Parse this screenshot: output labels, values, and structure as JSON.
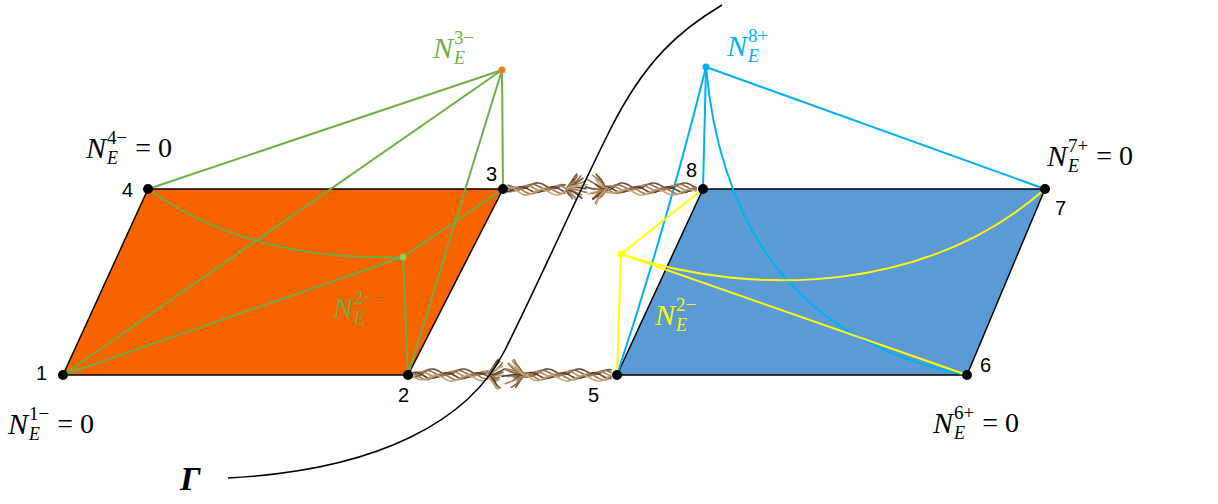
{
  "diagram": {
    "labels": [
      "N",
      "E",
      "3−",
      "N",
      "E",
      "4−",
      "= 0",
      "4",
      "3",
      "N",
      "E",
      "2−",
      "1",
      "2",
      "N",
      "E",
      "1−",
      "= 0",
      "N",
      "E",
      "8+",
      "N",
      "E",
      "7+",
      "= 0",
      "8",
      "7",
      "N",
      "E",
      "2−",
      "5",
      "6",
      "N",
      "E",
      "6+",
      "= 0",
      "Γ"
    ]
  }
}
